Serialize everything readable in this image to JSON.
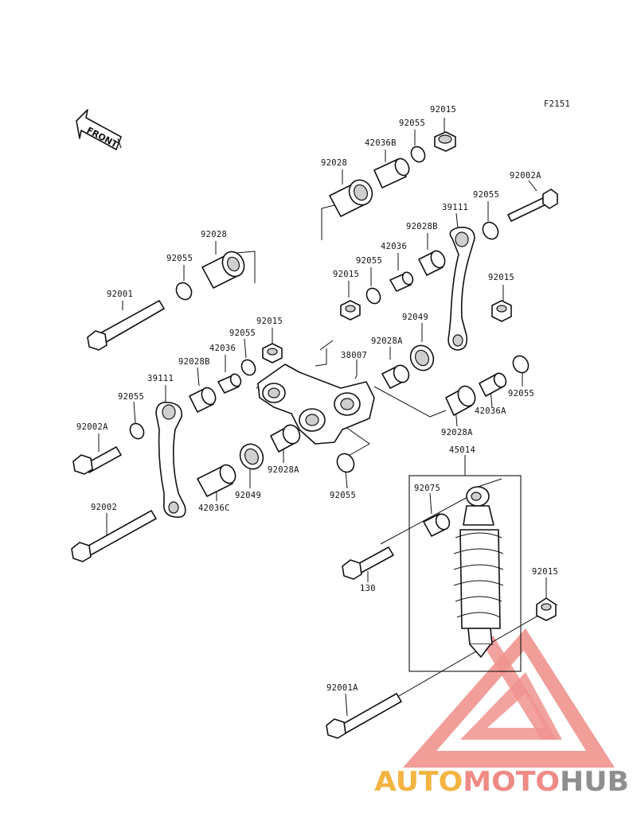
{
  "diagram": {
    "figure_code": "F2151",
    "front_label": "FRONT",
    "watermark": {
      "auto": "AUTO",
      "moto": "MOTO",
      "hub": "HUB"
    },
    "part_numbers": [
      "92015",
      "92055",
      "42036B",
      "92028",
      "92002A",
      "92055",
      "39111",
      "92028B",
      "42036",
      "92055",
      "92015",
      "92015",
      "92028",
      "92055",
      "92001",
      "92015",
      "92055",
      "42036",
      "92028B",
      "92049",
      "92028A",
      "38007",
      "39111",
      "92055",
      "92002A",
      "92055",
      "42036A",
      "92028A",
      "92028A",
      "92049",
      "42036C",
      "92055",
      "92002",
      "45014",
      "92075",
      "130",
      "92015",
      "92001A"
    ]
  }
}
